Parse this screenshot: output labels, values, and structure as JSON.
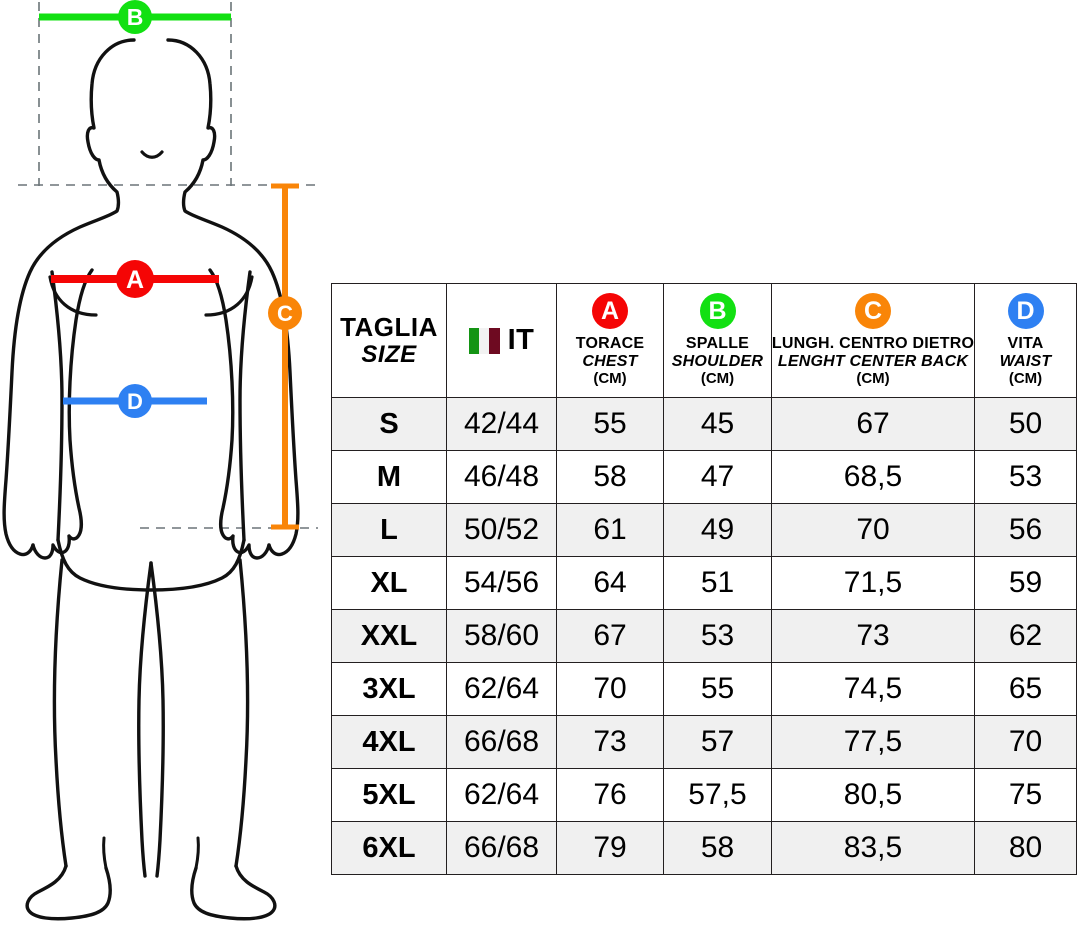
{
  "colors": {
    "chest_red": "#f50505",
    "shoulder_green": "#12e012",
    "back_orange": "#f98508",
    "waist_blue": "#2e80f2",
    "outline_black": "#231f20",
    "table_border": "#231f20",
    "row_shaded": "#f0f0f0",
    "flag_green": "#149414",
    "flag_white": "#f2f2f2",
    "flag_red": "#6e0a21"
  },
  "figure": {
    "markers": [
      {
        "id": "A",
        "letter": "A",
        "label": "chest-marker",
        "color": "#f50505"
      },
      {
        "id": "B",
        "letter": "B",
        "label": "shoulder-marker",
        "color": "#12e012"
      },
      {
        "id": "C",
        "letter": "C",
        "label": "back-length-marker",
        "color": "#f98508"
      },
      {
        "id": "D",
        "letter": "D",
        "label": "waist-marker",
        "color": "#2e80f2"
      }
    ]
  },
  "table": {
    "columns": [
      {
        "key": "size",
        "badge": null,
        "badge_color": null,
        "title_it": "TAGLIA",
        "title_en": "SIZE",
        "unit": null
      },
      {
        "key": "it",
        "badge": null,
        "badge_color": null,
        "flag": "italy-flag",
        "title_it": "IT",
        "title_en": null,
        "unit": null
      },
      {
        "key": "chest",
        "badge": "A",
        "badge_color": "#f50505",
        "title_it": "TORACE",
        "title_en": "CHEST",
        "unit": "(CM)"
      },
      {
        "key": "shoulder",
        "badge": "B",
        "badge_color": "#12e012",
        "title_it": "SPALLE",
        "title_en": "SHOULDER",
        "unit": "(CM)"
      },
      {
        "key": "back",
        "badge": "C",
        "badge_color": "#f98508",
        "title_it": "LUNGH. CENTRO DIETRO",
        "title_en": "LENGHT CENTER BACK",
        "unit": "(CM)"
      },
      {
        "key": "waist",
        "badge": "D",
        "badge_color": "#2e80f2",
        "title_it": "VITA",
        "title_en": "WAIST",
        "unit": "(CM)"
      }
    ],
    "rows": [
      {
        "size": "S",
        "it": "42/44",
        "chest": "55",
        "shoulder": "45",
        "back": "67",
        "waist": "50"
      },
      {
        "size": "M",
        "it": "46/48",
        "chest": "58",
        "shoulder": "47",
        "back": "68,5",
        "waist": "53"
      },
      {
        "size": "L",
        "it": "50/52",
        "chest": "61",
        "shoulder": "49",
        "back": "70",
        "waist": "56"
      },
      {
        "size": "XL",
        "it": "54/56",
        "chest": "64",
        "shoulder": "51",
        "back": "71,5",
        "waist": "59"
      },
      {
        "size": "XXL",
        "it": "58/60",
        "chest": "67",
        "shoulder": "53",
        "back": "73",
        "waist": "62"
      },
      {
        "size": "3XL",
        "it": "62/64",
        "chest": "70",
        "shoulder": "55",
        "back": "74,5",
        "waist": "65"
      },
      {
        "size": "4XL",
        "it": "66/68",
        "chest": "73",
        "shoulder": "57",
        "back": "77,5",
        "waist": "70"
      },
      {
        "size": "5XL",
        "it": "62/64",
        "chest": "76",
        "shoulder": "57,5",
        "back": "80,5",
        "waist": "75"
      },
      {
        "size": "6XL",
        "it": "66/68",
        "chest": "79",
        "shoulder": "58",
        "back": "83,5",
        "waist": "80"
      }
    ]
  },
  "chart_data": {
    "type": "table",
    "title": "TAGLIA / SIZE",
    "categories": [
      "S",
      "M",
      "L",
      "XL",
      "XXL",
      "3XL",
      "4XL",
      "5XL",
      "6XL"
    ],
    "series": [
      {
        "name": "IT",
        "values": [
          "42/44",
          "46/48",
          "50/52",
          "54/56",
          "58/60",
          "62/64",
          "66/68",
          "62/64",
          "66/68"
        ]
      },
      {
        "name": "TORACE / CHEST (CM)",
        "values": [
          55,
          58,
          61,
          64,
          67,
          70,
          73,
          76,
          79
        ]
      },
      {
        "name": "SPALLE / SHOULDER (CM)",
        "values": [
          45,
          47,
          49,
          51,
          53,
          55,
          57,
          57.5,
          58
        ]
      },
      {
        "name": "LUNGH. CENTRO DIETRO / LENGHT CENTER BACK (CM)",
        "values": [
          67,
          68.5,
          70,
          71.5,
          73,
          74.5,
          77.5,
          80.5,
          83.5
        ]
      },
      {
        "name": "VITA / WAIST (CM)",
        "values": [
          50,
          53,
          56,
          59,
          62,
          65,
          70,
          75,
          80
        ]
      }
    ]
  }
}
